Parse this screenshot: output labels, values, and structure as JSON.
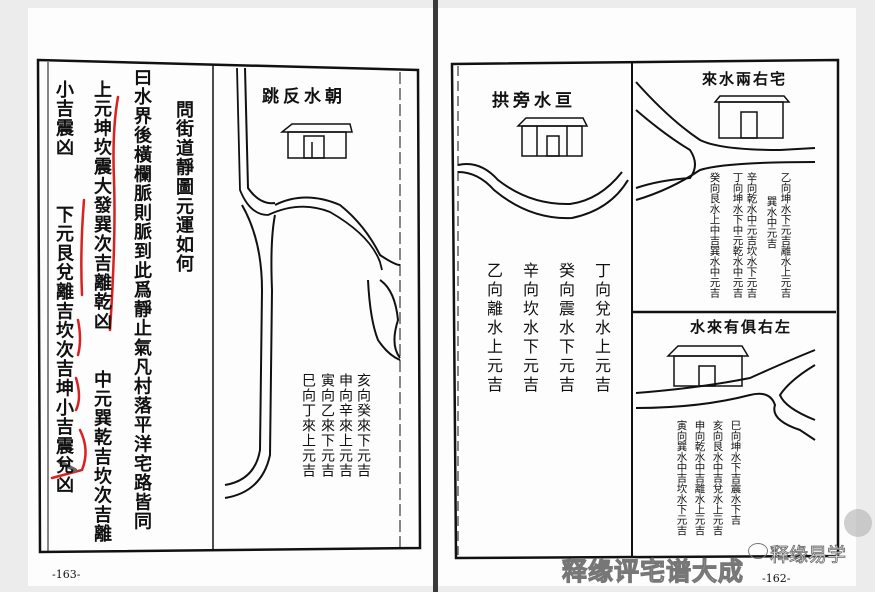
{
  "left_page": {
    "question": "問街道靜圖元運如何",
    "answer_col1": "曰水界後橫欄脈則脈到此爲靜止氣凡村落平洋宅路皆同",
    "answer_col2a": "上元坤坎震大發巽次吉離乾凶",
    "answer_col2b": "中元巽乾吉坎次吉離",
    "answer_col3a": "小吉震凶",
    "answer_col3b": "下元艮兌離吉坎次吉坤小吉震兌凶",
    "diagram": {
      "title": "朝水反跳",
      "notes": [
        "亥向癸來下元吉",
        "申向辛來上元吉",
        "寅向乙來下元吉",
        "巳向丁來上元吉"
      ]
    },
    "page_number": "-163-"
  },
  "right_page": {
    "diagram_main": {
      "title": "亘水旁拱",
      "notes": [
        "丁向兌水上元吉",
        "癸向震水下元吉",
        "辛向坎水下元吉",
        "乙向離水上元吉"
      ]
    },
    "diagram_top": {
      "title": "宅右兩水來",
      "notes": [
        "乙向坤水下元吉離水上元吉",
        "巽水中元吉",
        "辛向乾水中元吉坎水下元吉",
        "丁向坤水下中元乾水中元吉",
        "癸向艮水上中吉巽水中元吉"
      ]
    },
    "diagram_bottom": {
      "title": "左右俱有來水",
      "notes": [
        "巳向坤水下吉震水下吉",
        "亥向艮水中吉兌水上元吉",
        "申向乾水中吉離水上元吉",
        "寅向巽水中吉坎水下元吉"
      ]
    },
    "page_number": "-162-"
  },
  "watermarks": {
    "title": "释缘评宅谱大成",
    "brand": "释缘易学"
  },
  "colors": {
    "annotation": "#d9211f",
    "ink": "#111111",
    "paper": "#fdfdfd"
  }
}
